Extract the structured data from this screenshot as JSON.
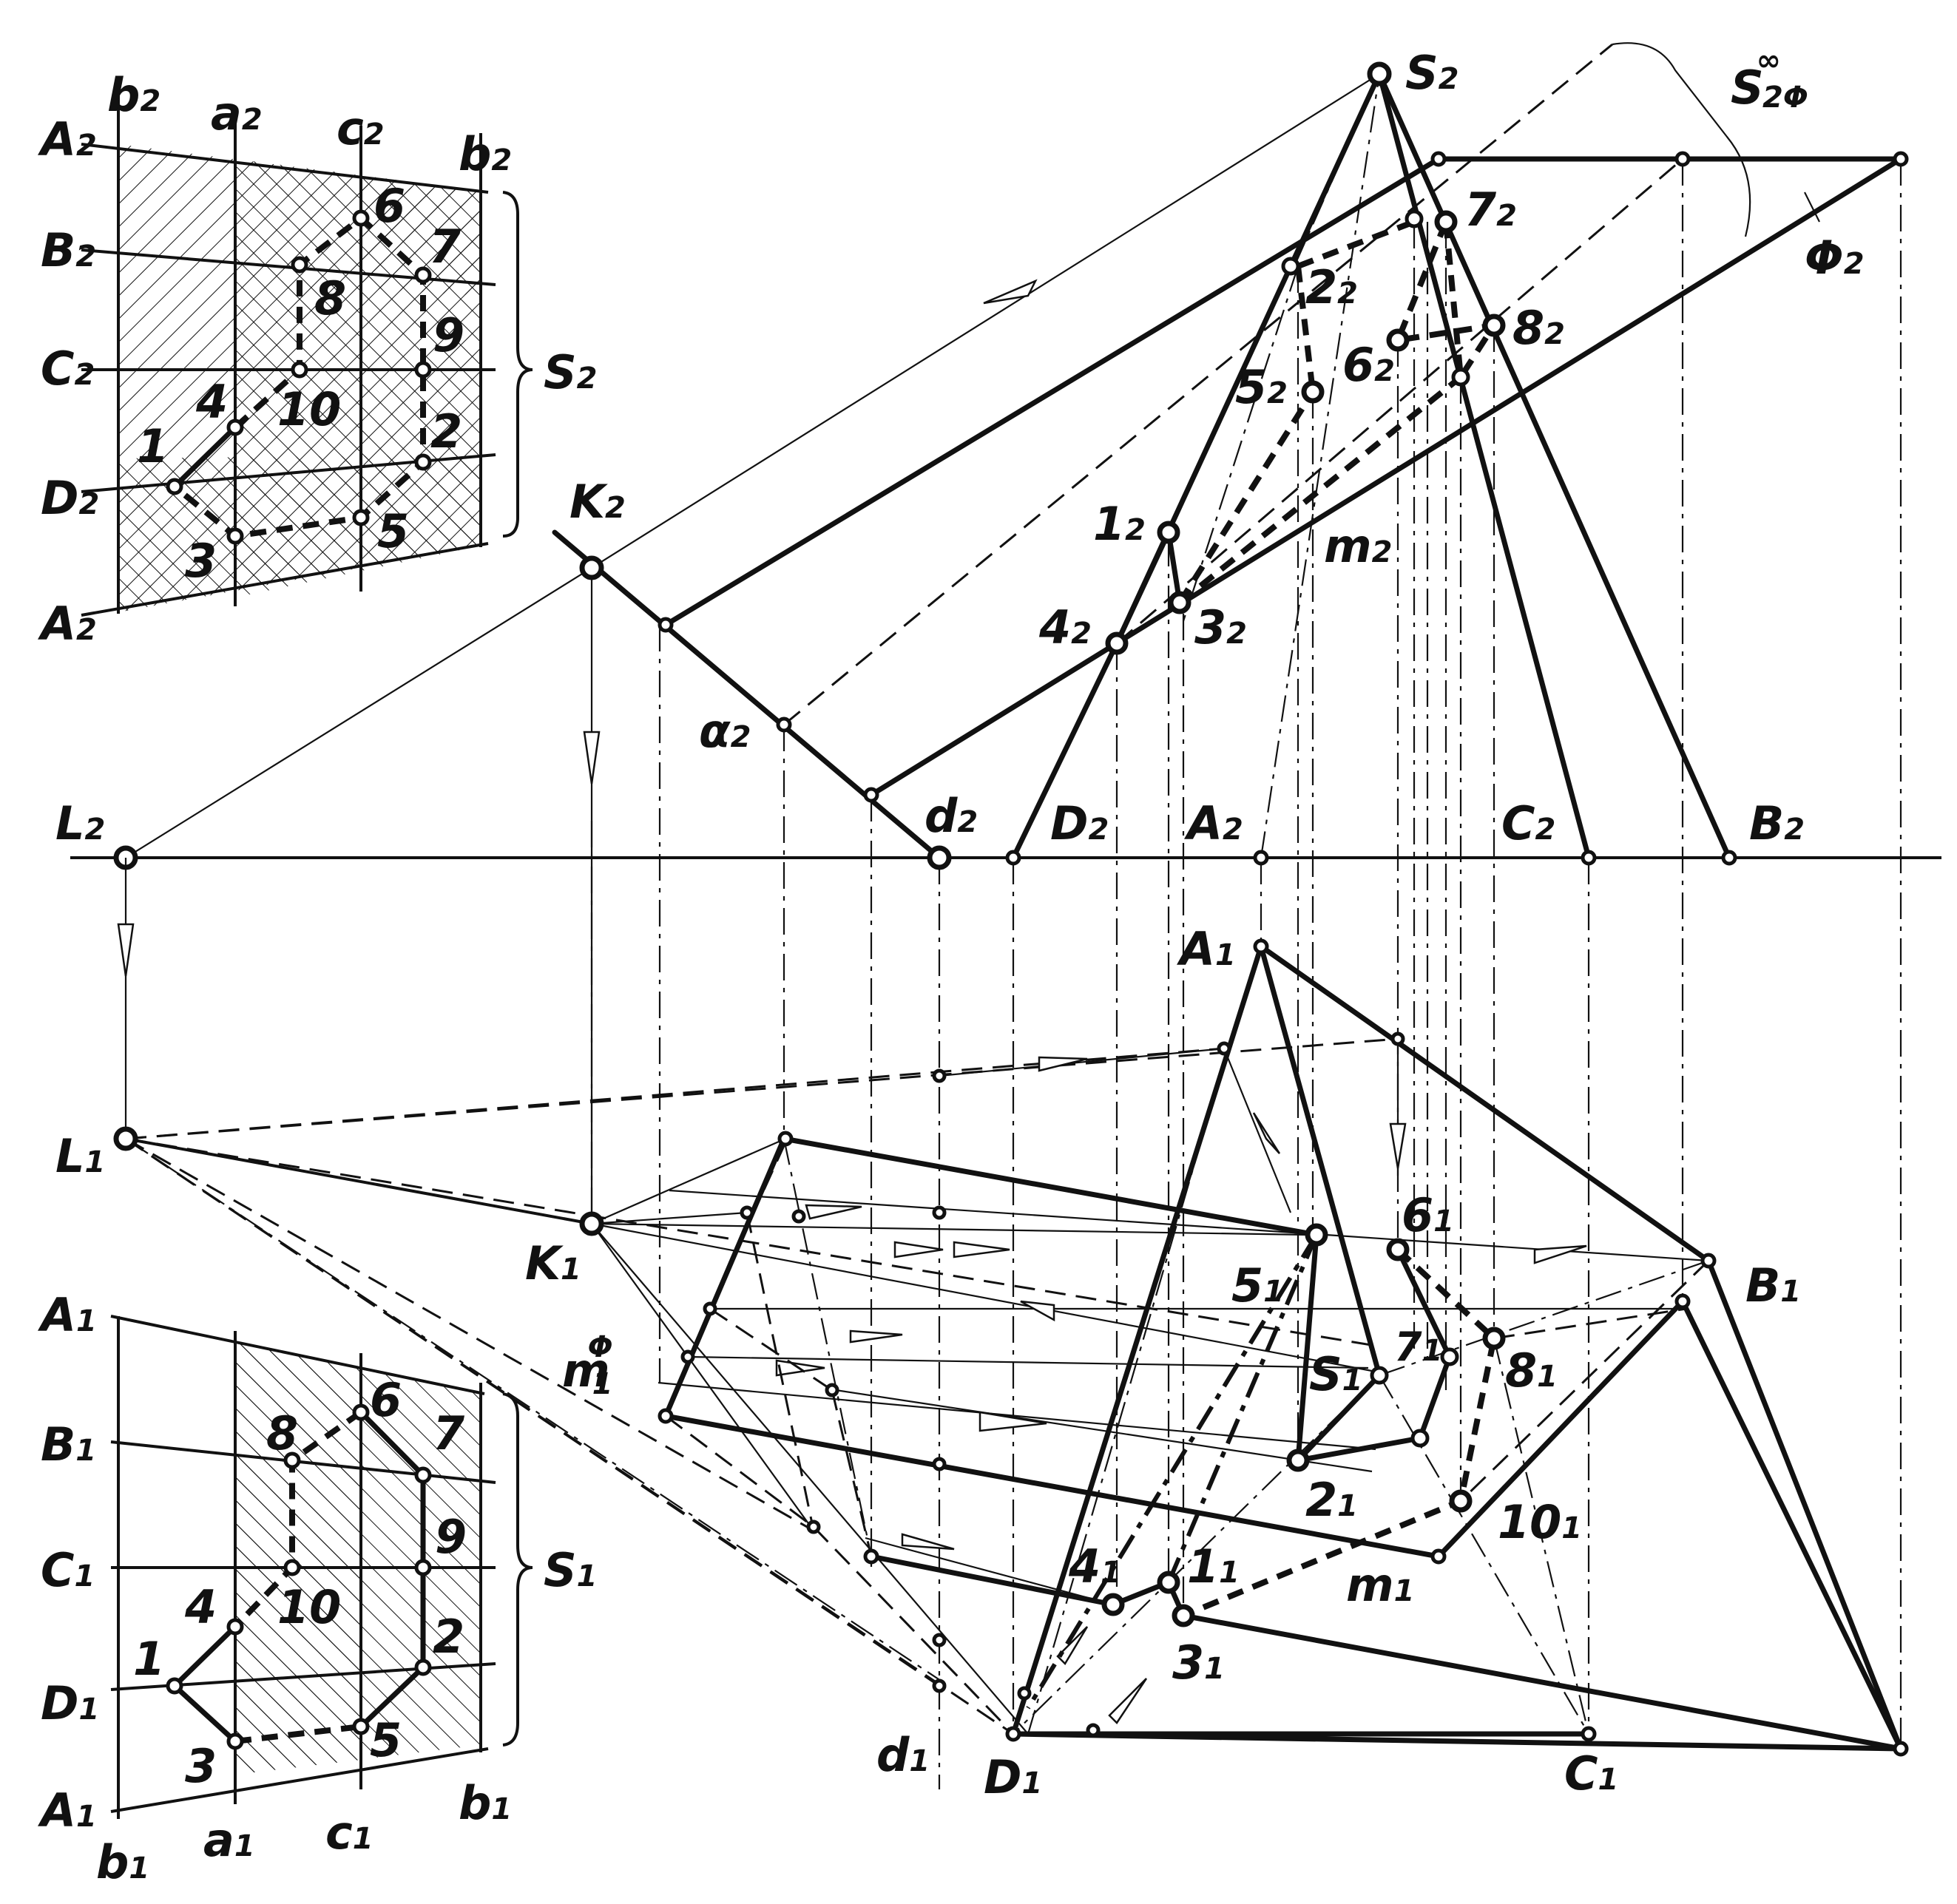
{
  "labels": {
    "s2": "S",
    "s2_sub": "2",
    "s2phi": "S",
    "s2phi_sup": "∞",
    "s2phi_sub": "2Φ",
    "phi2": "Φ",
    "phi2_sub": "2",
    "k2": "K",
    "k2_sub": "2",
    "l2": "L",
    "l2_sub": "2",
    "alpha2": "α",
    "alpha2_sub": "2",
    "d2": "d",
    "d2_sub": "2",
    "D2": "D",
    "D2_sub": "2",
    "A2": "A",
    "A2_sub": "2",
    "C2": "C",
    "C2_sub": "2",
    "B2": "B",
    "B2_sub": "2",
    "p12": "1",
    "p12_sub": "2",
    "p22": "2",
    "p22_sub": "2",
    "p32": "3",
    "p32_sub": "2",
    "p42": "4",
    "p42_sub": "2",
    "p52": "5",
    "p52_sub": "2",
    "p62": "6",
    "p62_sub": "2",
    "p72": "7",
    "p72_sub": "2",
    "p82": "8",
    "p82_sub": "2",
    "m2": "m",
    "m2_sub": "2",
    "A1": "A",
    "A1_sub": "1",
    "B1": "B",
    "B1_sub": "1",
    "C1": "C",
    "C1_sub": "1",
    "D1": "D",
    "D1_sub": "1",
    "d1": "d",
    "d1_sub": "1",
    "L1": "L",
    "L1_sub": "1",
    "K1": "K",
    "K1_sub": "1",
    "S1": "S",
    "S1_sub": "1",
    "m1": "m",
    "m1_sub": "1",
    "m1phi": "m",
    "m1phi_sub": "1",
    "m1phi_sup": "Φ",
    "p11": "1",
    "p11_sub": "1",
    "p21": "2",
    "p21_sub": "1",
    "p31": "3",
    "p31_sub": "1",
    "p41": "4",
    "p41_sub": "1",
    "p51": "5",
    "p51_sub": "1",
    "p61": "6",
    "p61_sub": "1",
    "p71": "7",
    "p71_sub": "1",
    "p81": "8",
    "p81_sub": "1",
    "p101": "10",
    "p101_sub": "1"
  },
  "inset_top": {
    "A": "A",
    "B": "B",
    "C": "C",
    "D": "D",
    "A_bottom": "A",
    "a": "a",
    "b": "b",
    "c": "c",
    "b_right": "b",
    "sub": "2",
    "S": "S",
    "S_sub": "2",
    "pts": [
      "1",
      "2",
      "3",
      "4",
      "5",
      "6",
      "7",
      "8",
      "9",
      "10"
    ]
  },
  "inset_bottom": {
    "A": "A",
    "B": "B",
    "C": "C",
    "D": "D",
    "A_bottom": "A",
    "a": "a",
    "b": "b",
    "c": "c",
    "b_right": "b",
    "sub": "1",
    "S": "S",
    "S_sub": "1",
    "pts": [
      "1",
      "2",
      "3",
      "4",
      "5",
      "6",
      "7",
      "8",
      "9",
      "10"
    ]
  }
}
